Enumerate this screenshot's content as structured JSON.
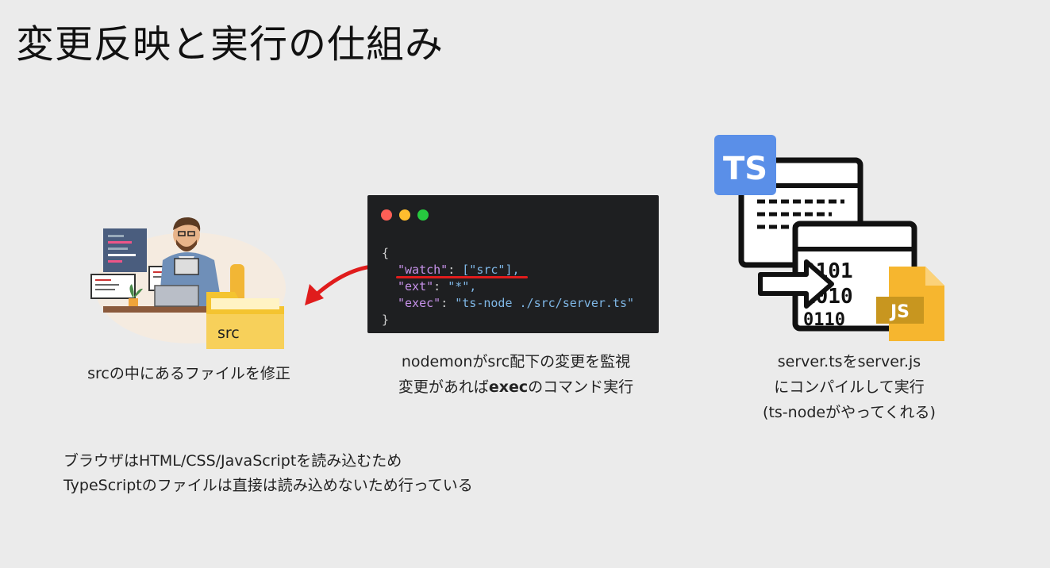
{
  "title": "変更反映と実行の仕組み",
  "left": {
    "folder_label": "src",
    "caption": "srcの中にあるファイルを修正"
  },
  "code": {
    "open": "{",
    "watch_key": "\"watch\"",
    "watch_val": "[\"src\"],",
    "ext_key": "\"ext\"",
    "ext_val": "\"*\",",
    "exec_key": "\"exec\"",
    "exec_val": "\"ts-node ./src/server.ts\"",
    "close": "}"
  },
  "middle": {
    "line1": "nodemonがsrc配下の変更を監視",
    "line2_pre": "変更があれば",
    "line2_bold": "exec",
    "line2_post": "のコマンド実行"
  },
  "right": {
    "ts_badge": "TS",
    "js_badge": "JS",
    "line1": "server.tsをserver.js",
    "line2": "にコンパイルして実行",
    "line3": "(ts-nodeがやってくれる)"
  },
  "note": {
    "line1": "ブラウザはHTML/CSS/JavaScriptを読み込むため",
    "line2": "TypeScriptのファイルは直接は読み込めないため行っている"
  },
  "colors": {
    "background": "#ebebeb",
    "code_bg": "#1e1f21",
    "dot_red": "#ff5f56",
    "dot_yellow": "#ffbd2e",
    "dot_green": "#27c93f",
    "arrow_red": "#e01c1c",
    "ts_blue": "#5a8fe8",
    "js_yellow": "#f6b62f"
  }
}
